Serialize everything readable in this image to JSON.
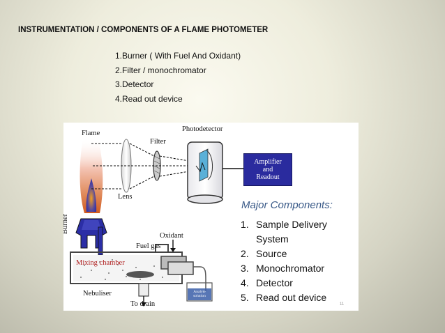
{
  "slide": {
    "title": "INSTRUMENTATION / COMPONENTS OF A FLAME PHOTOMETER",
    "components": [
      "1.Burner ( With Fuel And Oxidant)",
      "2.Filter / monochromator",
      "3.Detector",
      "4.Read out device"
    ]
  },
  "figure": {
    "labels": {
      "flame": "Flame",
      "filter": "Filter",
      "photodetector": "Photodetector",
      "lens": "Lens",
      "burner": "Burner",
      "oxidant": "Oxidant",
      "fuel_gas": "Fuel gas",
      "mixing_chamber": "Mixing chamber",
      "nebuliser": "Nebuliser",
      "to_drain": "To drain",
      "analyte_1": "Analyte",
      "analyte_2": "solution"
    },
    "amplifier": {
      "line1": "Amplifier",
      "line2": "and",
      "line3": "Readout"
    },
    "major_heading": "Major Components:",
    "major_items": [
      {
        "num": "1.",
        "text": "Sample Delivery"
      },
      {
        "num": "2.",
        "text": "Source"
      },
      {
        "num": "3.",
        "text": "Monochromator"
      },
      {
        "num": "4.",
        "text": "Detector"
      },
      {
        "num": "5.",
        "text": "Read out device"
      }
    ],
    "major_item1_cont": "System",
    "page_number": "11"
  },
  "colors": {
    "burner_blue": "#2b2ea6",
    "accent_heading": "#3a5a88",
    "flame_orange": "#e07a2a"
  }
}
